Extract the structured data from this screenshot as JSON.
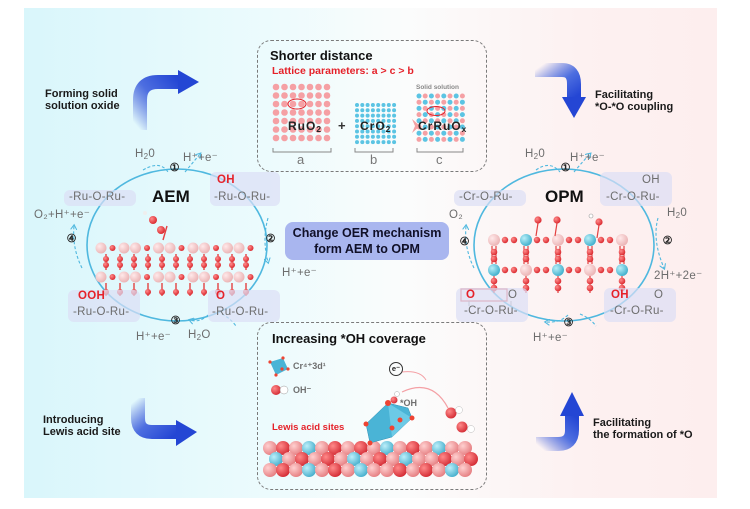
{
  "colors": {
    "ru_lattice": "#f5a0a4",
    "cr_lattice": "#5bc4e3",
    "red_text": "#e5222a",
    "arrow_blue": "#2f4fd6",
    "cycle_ellipse": "#4fb8df",
    "mechanism_box": "#a9b6ef"
  },
  "side_notes": {
    "top_left": [
      "Forming solid",
      "solution oxide"
    ],
    "top_right": [
      "Facilitating",
      "*O-*O coupling"
    ],
    "bottom_left": [
      "Introducing",
      "Lewis acid site"
    ],
    "bottom_right": [
      "Facilitating",
      "the formation of *O"
    ]
  },
  "top_panel": {
    "title": "Shorter distance",
    "subtitle": "Lattice parameters: a > c > b",
    "solid_solution_label": "Solid solution",
    "plus": "+",
    "materials": [
      {
        "formula": "RuO",
        "sub": "2",
        "letter": "a"
      },
      {
        "formula": "CrO",
        "sub": "2",
        "letter": "b"
      },
      {
        "formula": "CrRuO",
        "sub": "x",
        "letter": "c"
      }
    ]
  },
  "center": {
    "mechanism_line1": "Change OER mechanism",
    "mechanism_line2": "form AEM to OPM"
  },
  "aem": {
    "title": "AEM",
    "steps": [
      "①",
      "②",
      "③",
      "④"
    ],
    "top_in": "H",
    "top_in_sub": "2",
    "top_in_tail": "0",
    "top_out": "H⁺+e⁻",
    "right_out": "H⁺+e⁻",
    "bottom_out": "H⁺+e⁻",
    "bottom_in": "H",
    "bottom_in_sub": "2",
    "bottom_in_tail": "O",
    "left_out": "O₂+H⁺+e⁻",
    "site_top_left": "-Ru-O-Ru-",
    "site_top_right_adsorbate": "OH",
    "site_top_right": "-Ru-O-Ru-",
    "site_bottom_left_adsorbate": "OOH",
    "site_bottom_left": "-Ru-O-Ru-",
    "site_bottom_right_adsorbate": "O",
    "site_bottom_right": "-Ru-O-Ru-"
  },
  "opm": {
    "title": "OPM",
    "steps": [
      "①",
      "②",
      "③",
      "④"
    ],
    "top_in": "H",
    "top_in_sub": "2",
    "top_in_tail": "0",
    "top_out": "H⁺+e⁻",
    "right_in": "H",
    "right_in_sub": "2",
    "right_in_tail": "0",
    "right_out": "2H⁺+2e⁻",
    "bottom_out": "H⁺+e⁻",
    "left_out": "O₂",
    "site_top_left": "-Cr-O-Ru-",
    "site_top_right_adsorbate": "OH",
    "site_top_right": "-Cr-O-Ru-",
    "site_bottom_left_adsorbate_1": "O",
    "site_bottom_left_adsorbate_2": "O",
    "site_bottom_left": "-Cr-O-Ru-",
    "site_bottom_right_adsorbate_1": "OH",
    "site_bottom_right_adsorbate_2": "O",
    "site_bottom_right": "-Cr-O-Ru-"
  },
  "bottom_panel": {
    "title": "Increasing *OH coverage",
    "legend_cr": "Cr⁴⁺3d¹",
    "legend_oh": "OH⁻",
    "lewis": "Lewis acid sites",
    "oh_label": "*OH",
    "electron": "e⁻"
  }
}
